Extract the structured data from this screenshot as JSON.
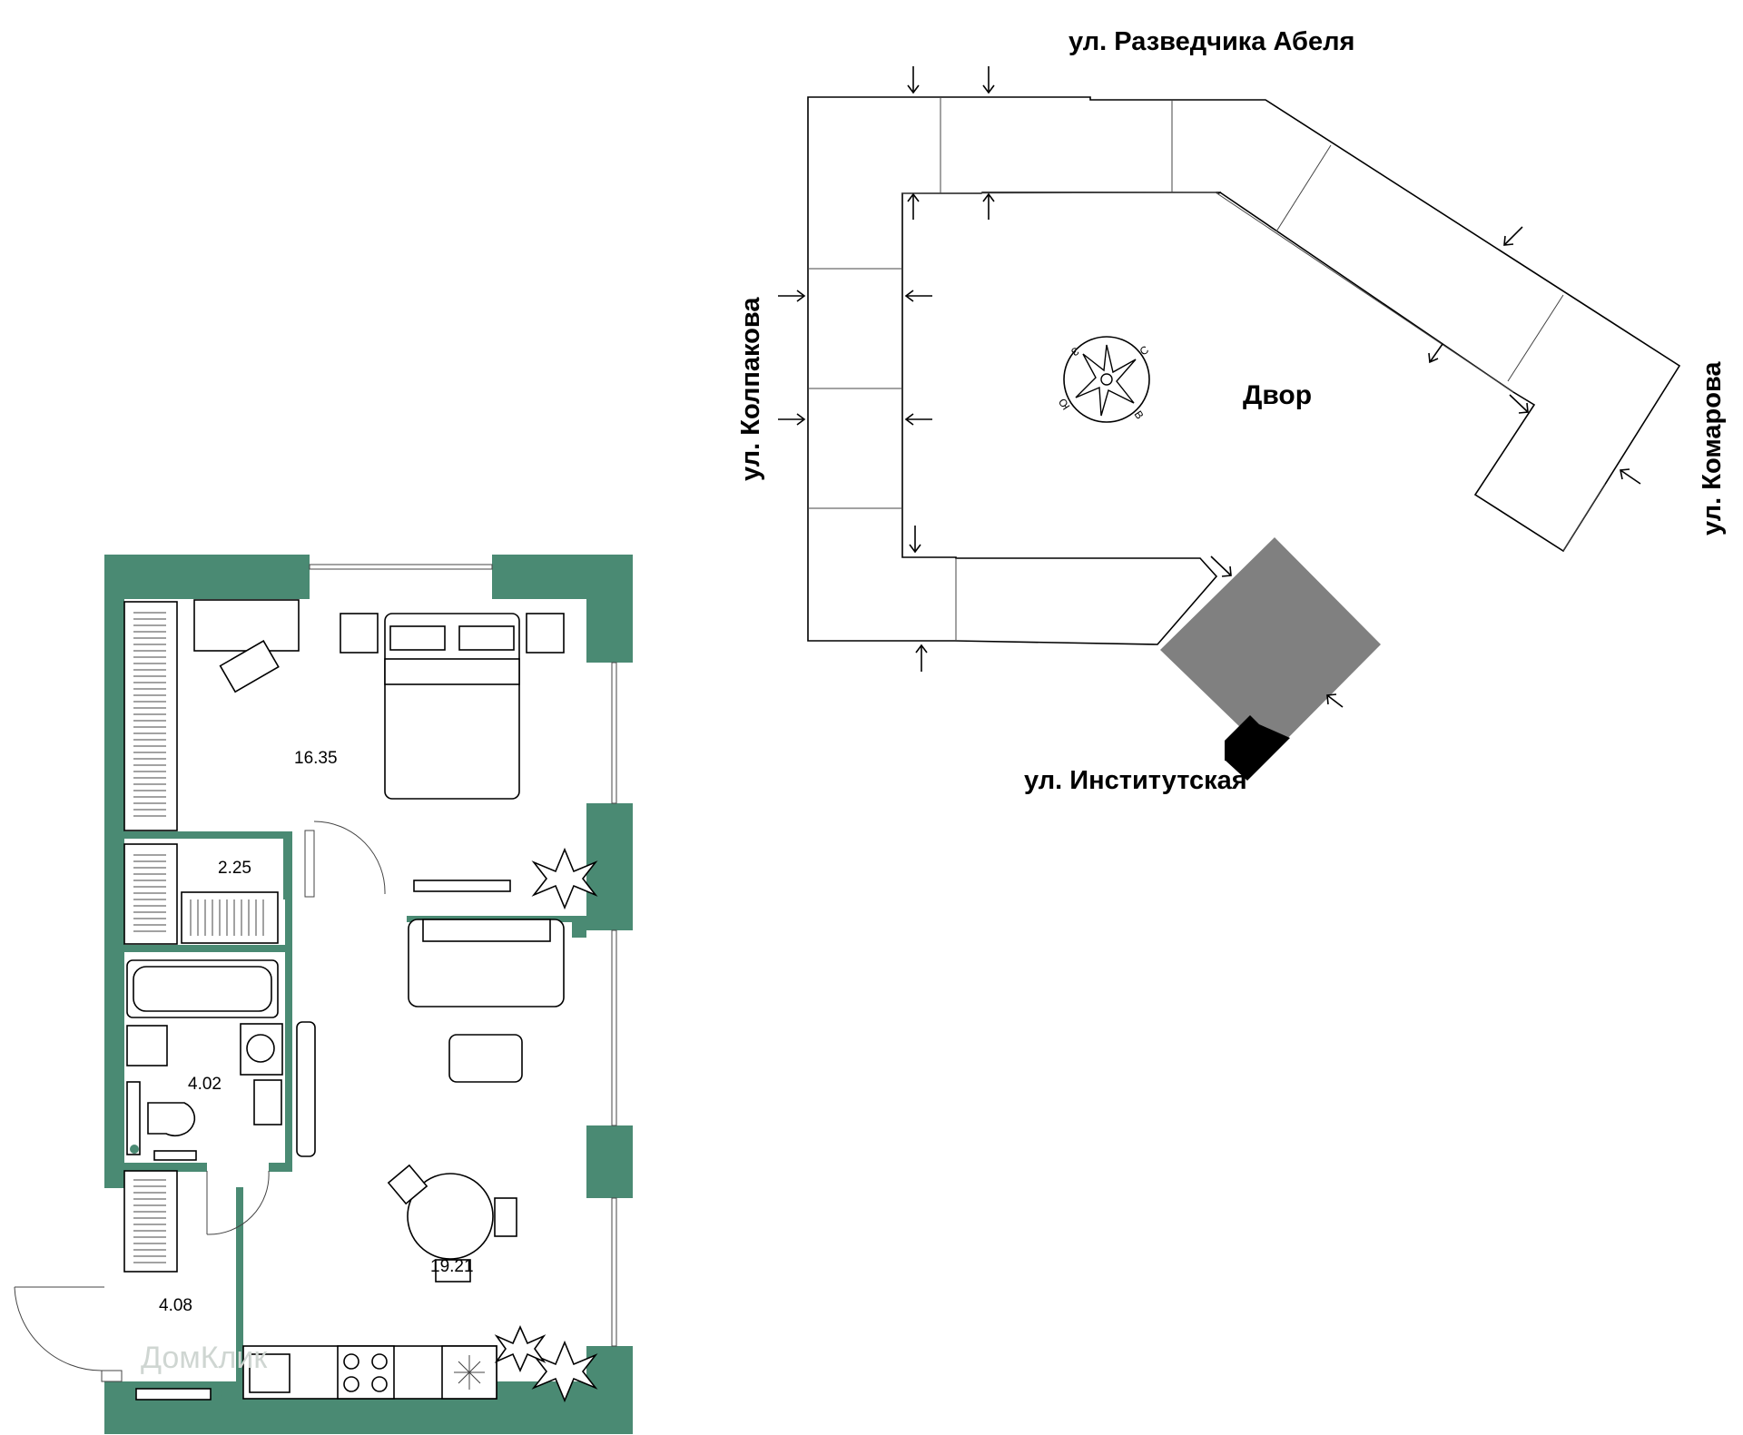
{
  "streets": {
    "top": "ул. Разведчика Абеля",
    "left": "ул. Колпакова",
    "right": "ул. Комарова",
    "bottom": "ул. Институтская"
  },
  "yard_label": "Двор",
  "compass": {
    "north": "С",
    "east": "В",
    "south": "Ю",
    "west": "З"
  },
  "rooms": [
    {
      "id": "bedroom",
      "area": "16.35"
    },
    {
      "id": "wardrobe",
      "area": "2.25"
    },
    {
      "id": "bathroom",
      "area": "4.02"
    },
    {
      "id": "living-kitchen",
      "area": "19.21"
    },
    {
      "id": "hall",
      "area": "4.08"
    }
  ],
  "colors": {
    "wall": "#4a8a73",
    "building_outline": "#000000",
    "highlight_section": "#808080",
    "apartment_marker": "#000000"
  },
  "watermark": "ДомКлик"
}
